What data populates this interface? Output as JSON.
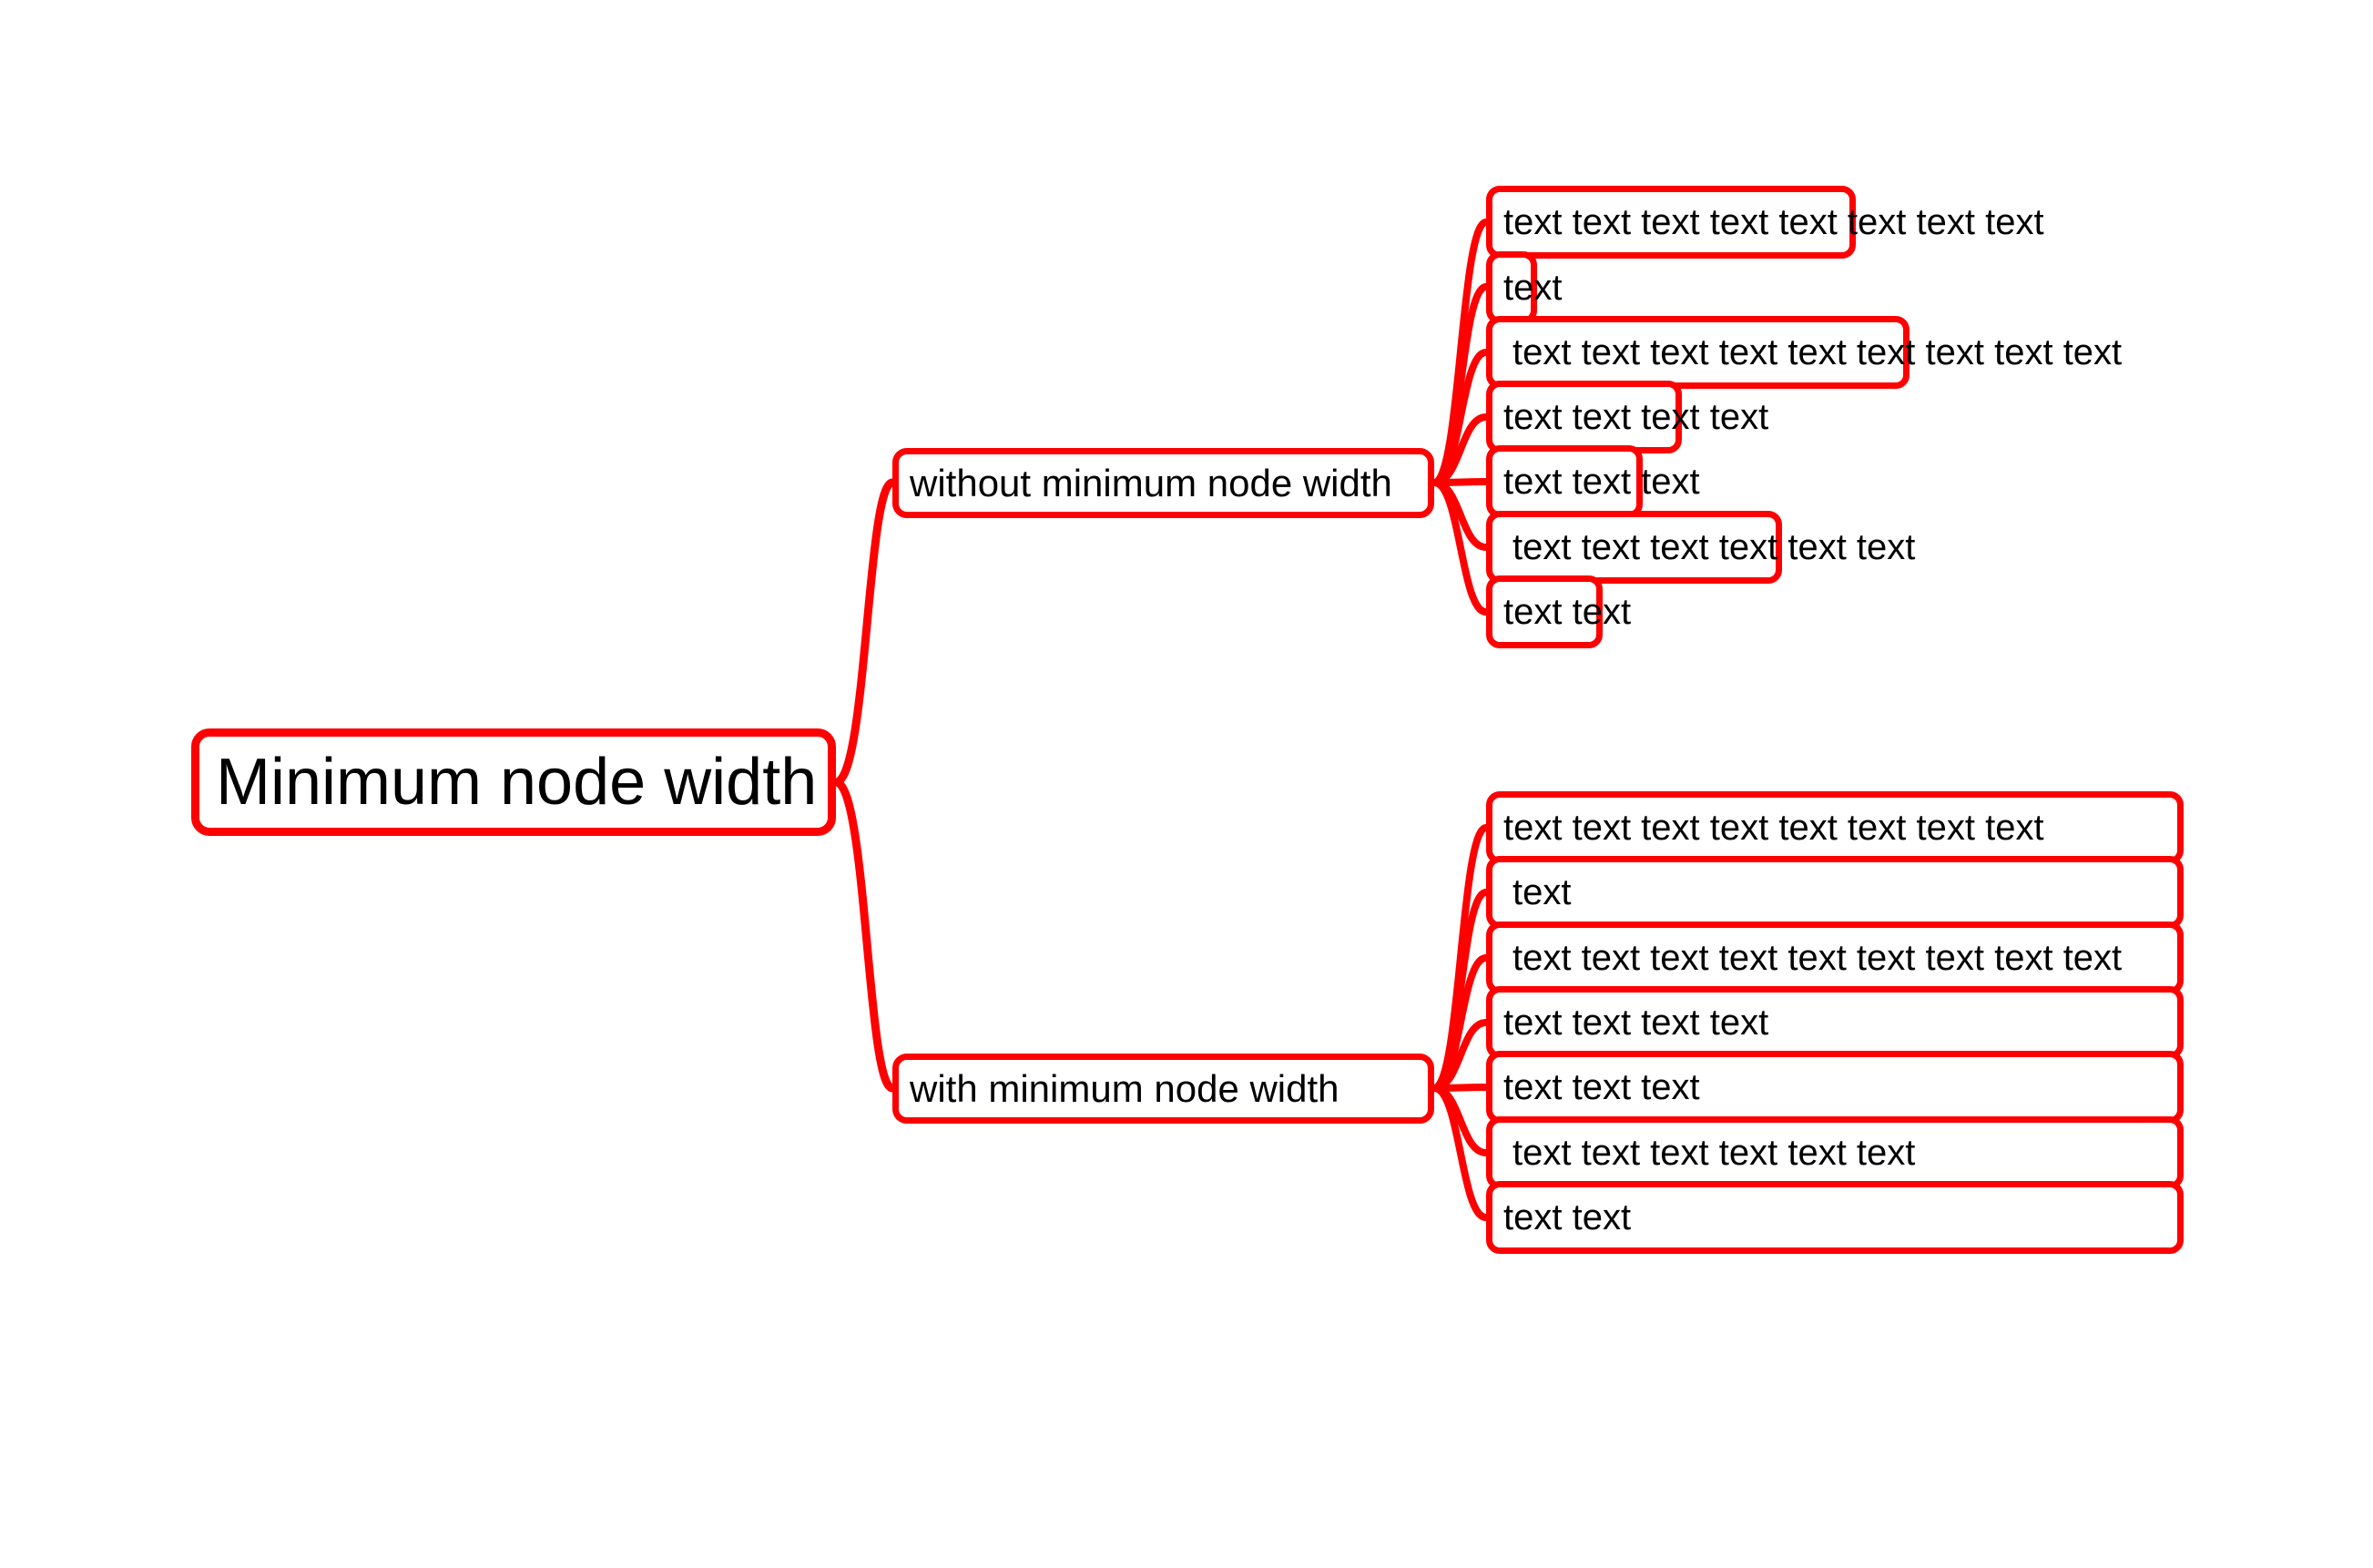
{
  "diagram": {
    "type": "mind-map",
    "title": "Minimum node width",
    "accent_color": "#ff0000",
    "text_color": "#000000",
    "background_color": "#ffffff",
    "root": {
      "label": "Minimum node width"
    },
    "branches": [
      {
        "label": "without minimum node width",
        "uniform_width": false,
        "leaves": [
          {
            "label": "text text text text text text text text"
          },
          {
            "label": "text"
          },
          {
            "label": "text text text text text text text text text"
          },
          {
            "label": "text text text text"
          },
          {
            "label": "text text text"
          },
          {
            "label": "text text text text text text"
          },
          {
            "label": "text text"
          }
        ]
      },
      {
        "label": "with minimum node width",
        "uniform_width": true,
        "leaves": [
          {
            "label": "text text text text text text text text"
          },
          {
            "label": "text"
          },
          {
            "label": "text text text text text text text text text"
          },
          {
            "label": "text text text text"
          },
          {
            "label": "text text text"
          },
          {
            "label": "text text text text text text"
          },
          {
            "label": "text text"
          }
        ]
      }
    ]
  }
}
